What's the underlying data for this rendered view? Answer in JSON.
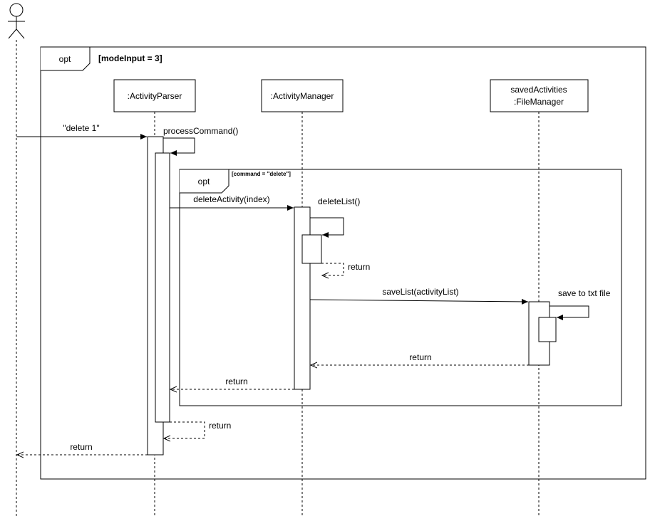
{
  "frames": {
    "outer": {
      "operator": "opt",
      "guard": "[modeInput = 3]"
    },
    "inner": {
      "operator": "opt",
      "guard": "[command = \"delete\"]"
    }
  },
  "participants": {
    "parser": ":ActivityParser",
    "manager": ":ActivityManager",
    "file_line1": "savedActivities",
    "file_line2": ":FileManager"
  },
  "messages": {
    "user_to_parser": "\"delete 1\"",
    "process_command": "processCommand()",
    "delete_activity": "deleteActivity(index)",
    "delete_list": "deleteList()",
    "delete_list_return": "return",
    "save_list": "saveList(activityList)",
    "save_to_file": "save to txt file",
    "file_return": "return",
    "manager_return": "return",
    "process_return": "return",
    "parser_return": "return"
  }
}
